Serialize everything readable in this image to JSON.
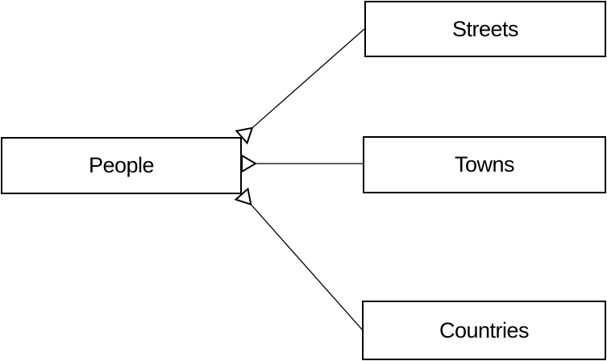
{
  "diagram": {
    "type": "class-hierarchy",
    "colors": {
      "background": "#ffffff",
      "node_fill": "#ffffff",
      "stroke": "#000000",
      "text": "#000000"
    },
    "nodes": [
      {
        "id": "people",
        "label": "People"
      },
      {
        "id": "streets",
        "label": "Streets"
      },
      {
        "id": "towns",
        "label": "Towns"
      },
      {
        "id": "countries",
        "label": "Countries"
      }
    ],
    "edges": [
      {
        "from": "streets",
        "to": "people",
        "arrowhead": "hollow-triangle",
        "arrowhead_at": "people"
      },
      {
        "from": "towns",
        "to": "people",
        "arrowhead": "hollow-triangle",
        "arrowhead_at": "people"
      },
      {
        "from": "countries",
        "to": "people",
        "arrowhead": "hollow-triangle",
        "arrowhead_at": "people"
      }
    ]
  }
}
